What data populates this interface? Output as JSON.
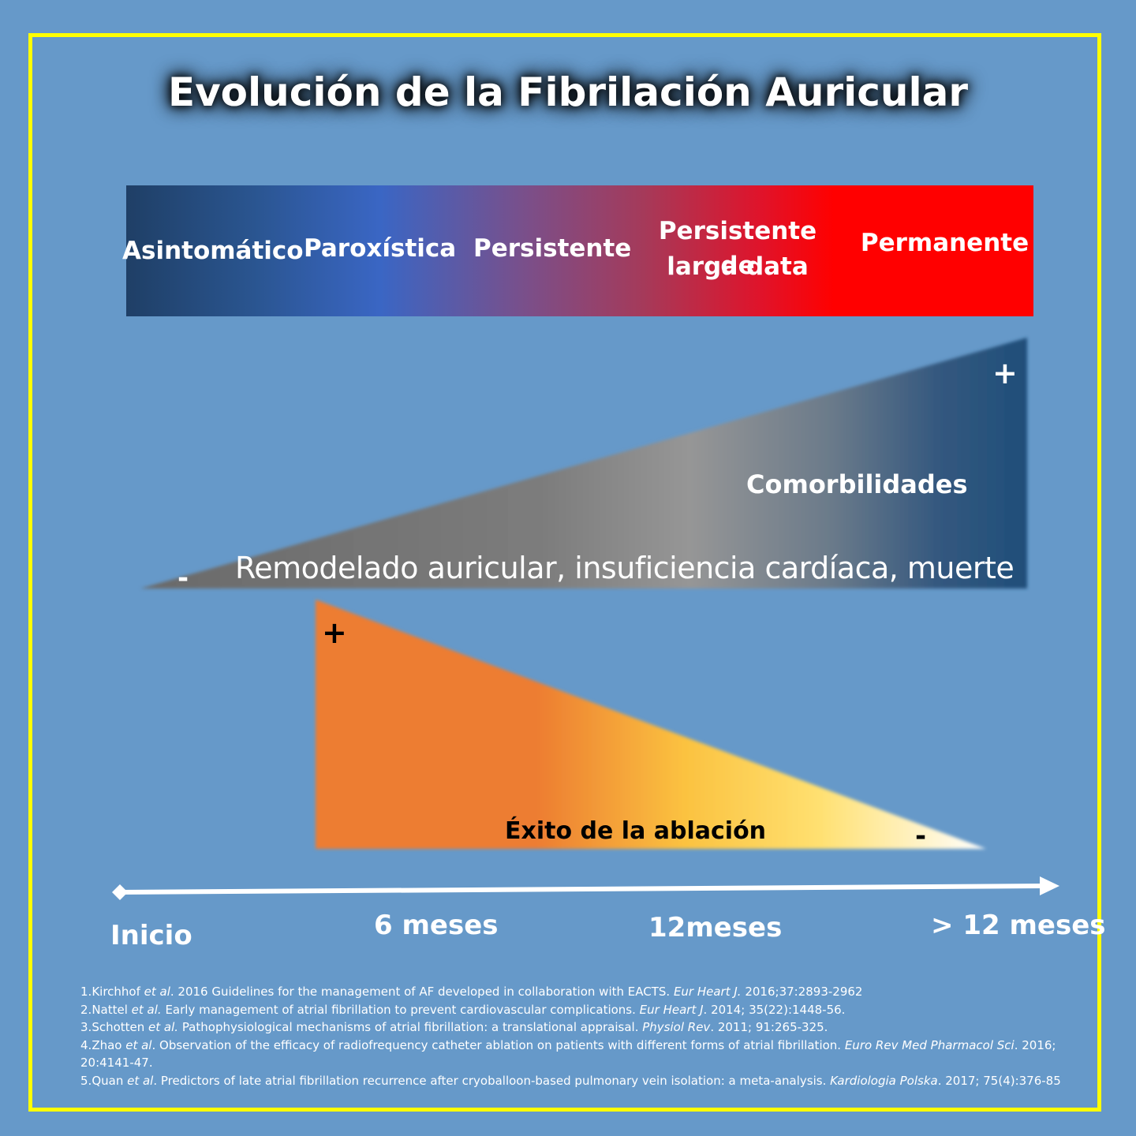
{
  "title": "Evolución de la Fibrilación Auricular",
  "stages": [
    "Asintomático",
    "Paroxística",
    "Persistente",
    "Persistente de",
    "larga data",
    "Permanente"
  ],
  "comorbidity_triangle": {
    "label": "Comorbilidades",
    "caption": "Remodelado auricular, insuficiencia cardíaca, muerte",
    "plus": "+",
    "minus": "-"
  },
  "ablation_triangle": {
    "label": "Éxito de la ablación",
    "plus": "+",
    "minus": "-"
  },
  "timeline": {
    "labels": [
      "Inicio",
      "6 meses",
      "12meses",
      "> 12 meses"
    ]
  },
  "references": [
    {
      "num": "1.",
      "pre": "Kirchhof ",
      "it1": "et al",
      "mid": ". 2016 Guidelines for the management of AF developed in collaboration with EACTS. ",
      "it2": "Eur Heart J.",
      "post": "  2016;37:2893-2962"
    },
    {
      "num": "2.",
      "pre": "Nattel ",
      "it1": "et al.",
      "mid": " Early management of atrial fibrillation to prevent cardiovascular complications. ",
      "it2": "Eur Heart J",
      "post": ". 2014; 35(22):1448-56."
    },
    {
      "num": "3.",
      "pre": "Schotten ",
      "it1": "et al.",
      "mid": " Pathophysiological mechanisms of atrial fibrillation: a translational appraisal. ",
      "it2": "Physiol Rev",
      "post": ". 2011; 91:265-325."
    },
    {
      "num": "4.",
      "pre": "Zhao ",
      "it1": "et al",
      "mid": ". Observation of the efficacy of radiofrequency catheter ablation on patients with different forms of atrial fibrillation. ",
      "it2": "Euro Rev Med Pharmacol Sci",
      "post": ". 2016; 20:4141-47."
    },
    {
      "num": "5.",
      "pre": "Quan ",
      "it1": "et al",
      "mid": ". Predictors of late atrial fibrillation recurrence after cryoballoon-based pulmonary vein isolation: a meta-analysis. ",
      "it2": "Kardiologia Polska",
      "post": ". 2017; 75(4):376-85"
    }
  ],
  "colors": {
    "background": "#6699c9",
    "frame": "#ffff00",
    "stage_start": "#1f3f66",
    "stage_end": "#ff0000",
    "ablation_start": "#ed7d31",
    "ablation_end": "#ffffff",
    "comorbidity_mid": "#969696",
    "comorbidity_end": "#1f4e79"
  }
}
